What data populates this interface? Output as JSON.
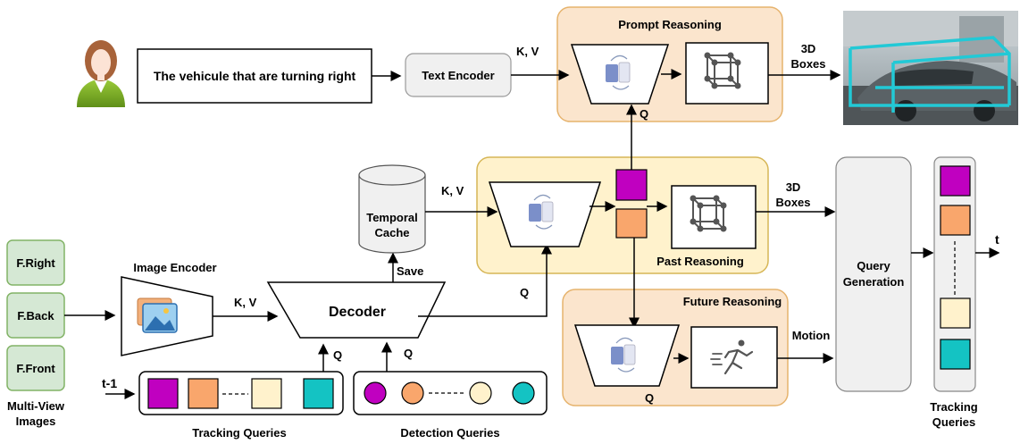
{
  "prompt": {
    "text": "The vehicule that are turning right",
    "text_encoder": "Text Encoder",
    "kv_label": "K, V",
    "panel_title": "Prompt Reasoning",
    "q_label": "Q",
    "output_line1": "3D",
    "output_line2": "Boxes"
  },
  "inputs": {
    "views": [
      "F.Right",
      "F.Back",
      "F.Front"
    ],
    "caption_line1": "Multi-View",
    "caption_line2": "Images"
  },
  "image_encoder": {
    "title": "Image Encoder",
    "kv_label": "K, V"
  },
  "decoder": {
    "title": "Decoder",
    "save_label": "Save",
    "q_left": "Q",
    "q_right": "Q",
    "q_out": "Q"
  },
  "temporal_cache": {
    "line1": "Temporal",
    "line2": "Cache",
    "kv_label": "K, V"
  },
  "past": {
    "title": "Past Reasoning",
    "output_line1": "3D",
    "output_line2": "Boxes"
  },
  "future": {
    "title": "Future Reasoning",
    "q_label": "Q",
    "output_label": "Motion"
  },
  "query_generation": {
    "line1": "Query",
    "line2": "Generation"
  },
  "tracking_queries": {
    "caption": "Tracking Queries",
    "time_label": "t-1",
    "colors": [
      "#c000c0",
      "#f9a66c",
      "#fff2cc",
      "#14c3c3"
    ]
  },
  "detection_queries": {
    "caption": "Detection Queries",
    "colors": [
      "#c000c0",
      "#f9a66c",
      "#fff2cc",
      "#14c3c3"
    ]
  },
  "output_tracking": {
    "caption_line1": "Tracking",
    "caption_line2": "Queries",
    "time_label": "t"
  },
  "colors": {
    "panel_fill": "#fbe5cd",
    "panel_stroke": "#e6b36d",
    "yellow_fill": "#fff2cc",
    "yellow_stroke": "#d6b656",
    "green_fill": "#d5e8d4",
    "green_stroke": "#82b366",
    "grey_fill": "#f0f0f0"
  }
}
